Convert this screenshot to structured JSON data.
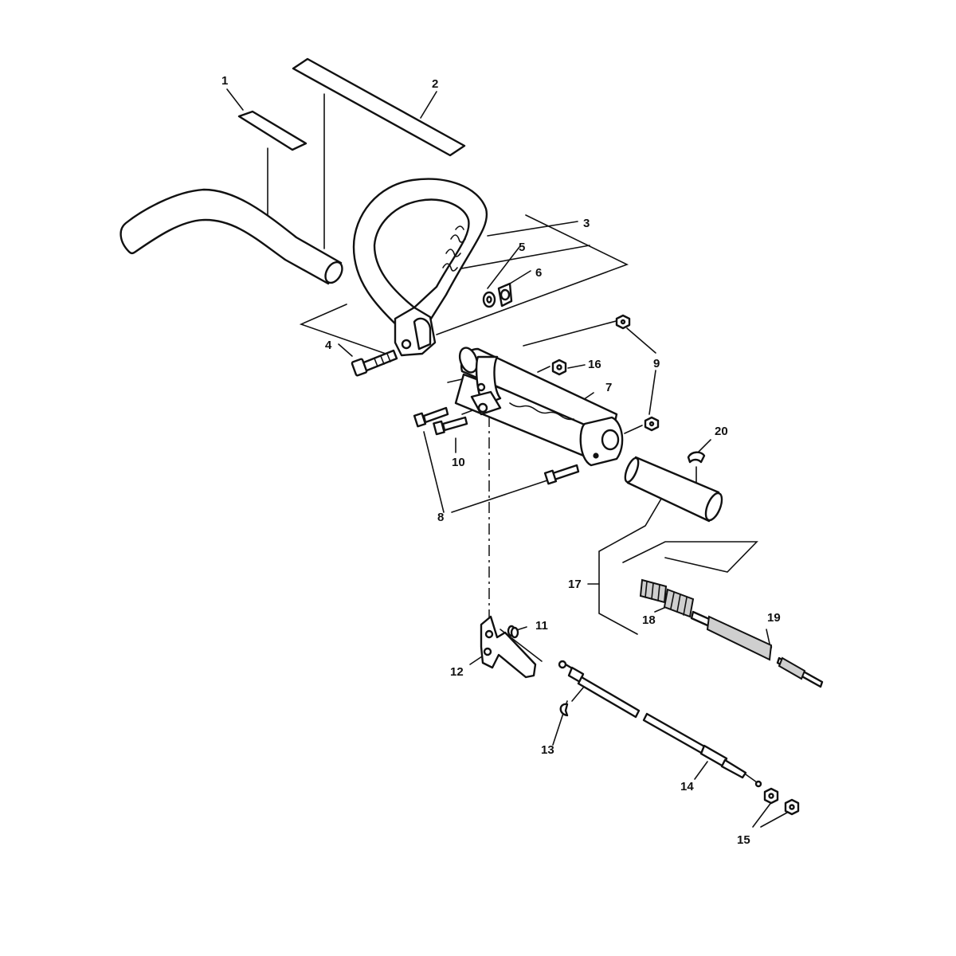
{
  "diagram": {
    "type": "exploded-parts-diagram",
    "callouts": [
      "1",
      "2",
      "3",
      "4",
      "5",
      "6",
      "7",
      "8",
      "9",
      "10",
      "11",
      "12",
      "13",
      "14",
      "15",
      "16",
      "17",
      "18",
      "19",
      "20"
    ]
  }
}
